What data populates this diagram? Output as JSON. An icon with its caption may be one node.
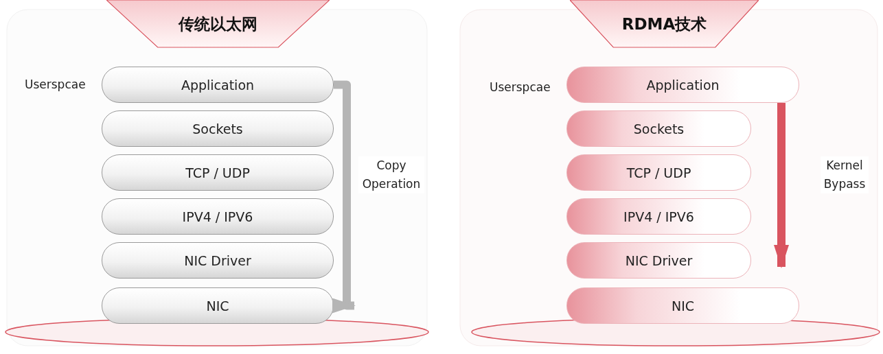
{
  "diagram": {
    "nodes": [
      {
        "text": [
          "传统以太网"
        ]
      },
      {
        "text": [
          "Application"
        ],
        "beside": [
          "Userspcae"
        ]
      },
      {
        "text": [
          "Sockets"
        ]
      },
      {
        "text": [
          "TCP / UDP"
        ]
      },
      {
        "text": [
          "IPV4 / IPV6"
        ]
      },
      {
        "text": [
          "NIC Driver"
        ]
      },
      {
        "text": [
          "NIC"
        ]
      },
      {
        "text": [
          "RDMA技术"
        ]
      },
      {
        "text": [
          "Application"
        ],
        "beside": [
          "Userspcae"
        ]
      },
      {
        "text": [
          "Sockets"
        ]
      },
      {
        "text": [
          "TCP / UDP"
        ]
      },
      {
        "text": [
          "IPV4 / IPV6"
        ]
      },
      {
        "text": [
          "NIC Driver"
        ]
      },
      {
        "text": [
          "NIC"
        ]
      }
    ],
    "edges": [
      {
        "from": 1,
        "to": 6,
        "arrow": "to",
        "label": "Copy Operation",
        "color": "#b5b5b5"
      },
      {
        "from": 8,
        "to": 13,
        "arrow": "to",
        "label": "Kernel Bypass",
        "color": "#d9545f"
      }
    ]
  }
}
